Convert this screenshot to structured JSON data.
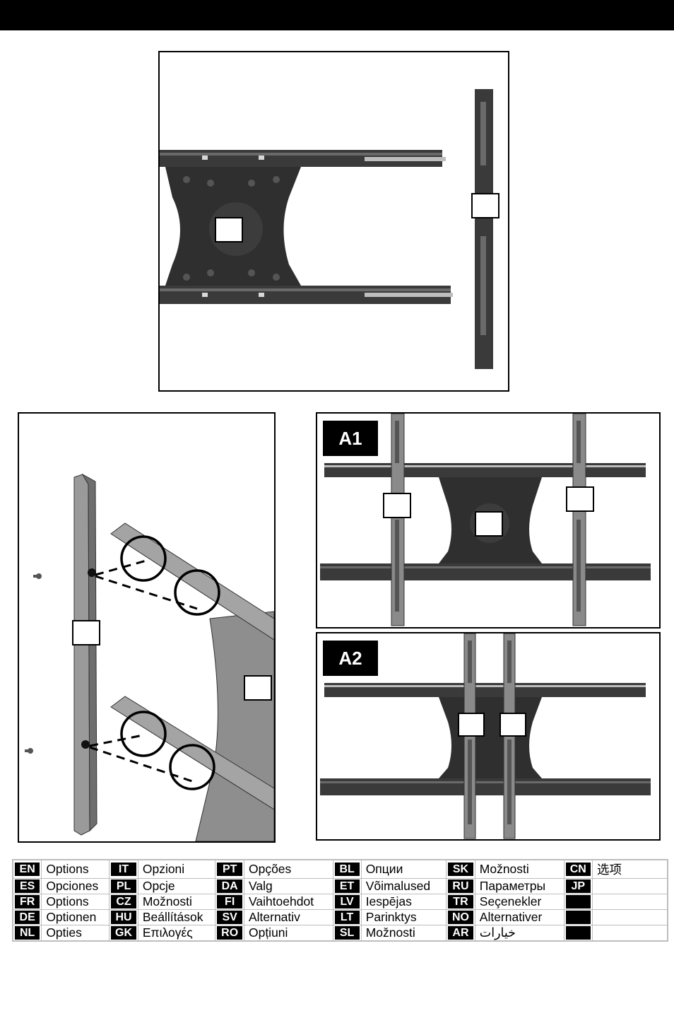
{
  "panels": {
    "a1_tag": "A1",
    "a2_tag": "A2"
  },
  "languages": [
    [
      {
        "code": "EN",
        "word": "Options"
      },
      {
        "code": "IT",
        "word": "Opzioni"
      },
      {
        "code": "PT",
        "word": "Opções"
      },
      {
        "code": "BL",
        "word": "Опции"
      },
      {
        "code": "SK",
        "word": "Možnosti"
      },
      {
        "code": "CN",
        "word": "选项"
      }
    ],
    [
      {
        "code": "ES",
        "word": "Opciones"
      },
      {
        "code": "PL",
        "word": "Opcje"
      },
      {
        "code": "DA",
        "word": "Valg"
      },
      {
        "code": "ET",
        "word": "Võimalused"
      },
      {
        "code": "RU",
        "word": "Параметры"
      },
      {
        "code": "JP",
        "word": ""
      }
    ],
    [
      {
        "code": "FR",
        "word": "Options"
      },
      {
        "code": "CZ",
        "word": "Možnosti"
      },
      {
        "code": "FI",
        "word": "Vaihtoehdot"
      },
      {
        "code": "LV",
        "word": "Iespējas"
      },
      {
        "code": "TR",
        "word": "Seçenekler"
      },
      {
        "code": "",
        "word": ""
      }
    ],
    [
      {
        "code": "DE",
        "word": "Optionen"
      },
      {
        "code": "HU",
        "word": "Beállítások"
      },
      {
        "code": "SV",
        "word": "Alternativ"
      },
      {
        "code": "LT",
        "word": "Parinktys"
      },
      {
        "code": "NO",
        "word": "Alternativer"
      },
      {
        "code": "",
        "word": ""
      }
    ],
    [
      {
        "code": "NL",
        "word": "Opties"
      },
      {
        "code": "GK",
        "word": "Επιλογές"
      },
      {
        "code": "RO",
        "word": "Opțiuni"
      },
      {
        "code": "SL",
        "word": "Možnosti"
      },
      {
        "code": "AR",
        "word": "خيارات"
      },
      {
        "code": "",
        "word": ""
      }
    ]
  ]
}
